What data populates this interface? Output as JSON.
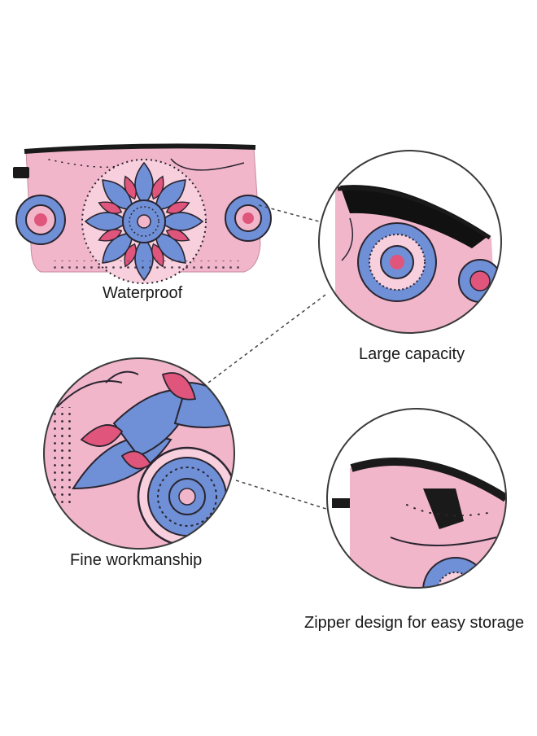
{
  "captions": {
    "waterproof": "Waterproof",
    "large_capacity": "Large capacity",
    "fine_workmanship": "Fine workmanship",
    "zipper_design": "Zipper design for easy storage"
  },
  "colors": {
    "fabric_pink": "#f2b6cb",
    "petal_blue": "#6f8fd6",
    "petal_pink": "#e0557c",
    "outline": "#2a2530",
    "zipper_black": "#1a1a1a",
    "callout_line": "#444444"
  }
}
